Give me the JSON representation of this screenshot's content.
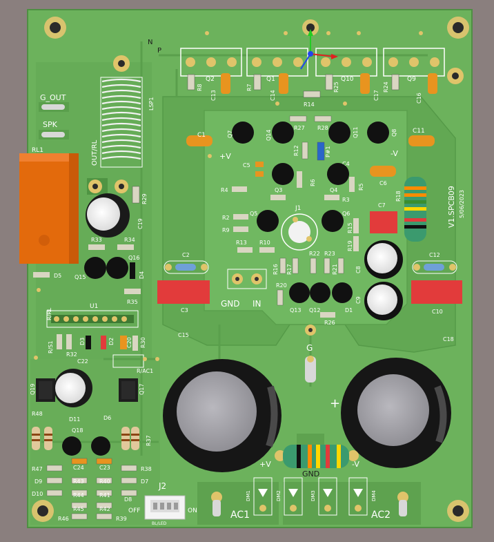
{
  "board": {
    "version": "V1.SPCB09",
    "date": "5/06/2023",
    "colors": {
      "background": "#8a7f7e",
      "pcb": "#6cb25c",
      "pcb_light": "#7dc06b",
      "copper_pour": "#5ea24f",
      "silkscreen": "#ffffff",
      "pad": "#e0c46a",
      "relay": "#e36a0c",
      "capacitor_red": "#e23b3b",
      "capacitor_yellow": "#e8941f"
    }
  },
  "labels": {
    "g_out": "G_OUT",
    "spk": "SPK",
    "rl1": "RL1",
    "out_rl": "OUT/RL",
    "lsp1": "LSP1",
    "n": "N",
    "p": "P",
    "plus_v": "+V",
    "minus_v": "-V",
    "gnd_in_gnd": "GND",
    "gnd_in_in": "IN",
    "g": "G",
    "plus": "+",
    "plus_v_bottom": "+V",
    "gnd_bottom": "GND",
    "minus_v_bottom": "-V",
    "ac1": "AC1",
    "ac2": "AC2",
    "j2": "J2",
    "off": "OFF",
    "on": "ON",
    "bl_led": "BL/LED",
    "r_ac1": "R/AC1",
    "r_rl": "R/RL",
    "r_s1": "R/S1",
    "u1": "U1",
    "c15": "C15",
    "c18": "C18"
  },
  "components": {
    "transistors_top": [
      "Q2",
      "Q1",
      "Q10",
      "Q9"
    ],
    "resistors_top": [
      "R8",
      "R7",
      "R25",
      "R24",
      "R14"
    ],
    "caps_top": [
      "C13",
      "C14",
      "C17",
      "C16"
    ],
    "mid_transistors": [
      "Q7",
      "Q14",
      "Q11",
      "Q8"
    ],
    "mid_resistors": [
      "R27",
      "R28",
      "R12",
      "P#1"
    ],
    "caps_mid": [
      "C1",
      "C11",
      "C5",
      "C4",
      "C6"
    ],
    "q3": "Q3",
    "q4": "Q4",
    "q5": "Q5",
    "q6": "Q6",
    "r4": "R4",
    "r6": "R6",
    "r5": "R5",
    "r3": "R3",
    "r2": "R2",
    "r9": "R9",
    "r13": "R13",
    "r10": "R10",
    "r15": "R15",
    "r19": "R19",
    "r18": "R18",
    "j1": "J1",
    "c7": "C7",
    "c8": "C8",
    "c9": "C9",
    "r16": "R16",
    "r17": "R17",
    "r22": "R22",
    "r23": "R23",
    "r21": "R21",
    "r20": "R20",
    "q13": "Q13",
    "q12": "Q12",
    "d1": "D1",
    "r26": "R26",
    "c2": "C2",
    "c3": "C3",
    "c12": "C12",
    "c10": "C10",
    "r29": "R29",
    "c19": "C19",
    "r33": "R33",
    "r34": "R34",
    "q16": "Q16",
    "q15": "Q15",
    "d4": "D4",
    "d5": "D5",
    "r35": "R35",
    "r32": "R32",
    "d3": "D3",
    "d2": "D2",
    "c20": "C20",
    "r30": "R30",
    "c22": "C22",
    "q19": "Q19",
    "q17": "Q17",
    "r48": "R48",
    "d11": "D11",
    "q18": "Q18",
    "d6": "D6",
    "r37": "R37",
    "r47": "R47",
    "c24": "C24",
    "c23": "C23",
    "r38": "R38",
    "d9": "D9",
    "r43": "R43",
    "r40": "R40",
    "d7": "D7",
    "d10": "D10",
    "r44": "R44",
    "r41": "R41",
    "d8": "D8",
    "r46": "R46",
    "r45": "R45",
    "r42": "R42",
    "r39": "R39",
    "dm1": "DM1",
    "dm2": "DM2",
    "dm3": "DM3",
    "dm4": "DM4"
  }
}
